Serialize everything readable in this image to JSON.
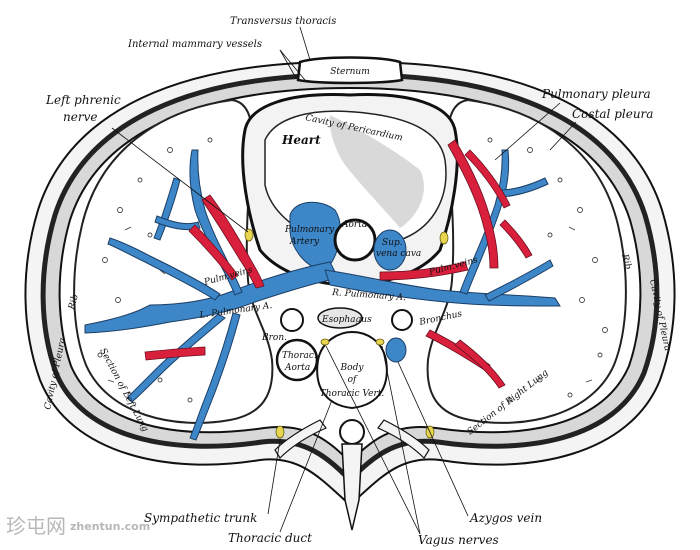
{
  "labels": {
    "transversus_thoracis": "Transversus thoracis",
    "internal_mammary": "Internal mammary vessels",
    "left_phrenic_1": "Left phrenic",
    "left_phrenic_2": "nerve",
    "pulmonary_pleura": "Pulmonary pleura",
    "costal_pleura": "Costal pleura",
    "sternum": "Sternum",
    "heart": "Heart",
    "cavity_pericardium": "Cavity of Pericardium",
    "aorta": "Aorta",
    "pulmonary_artery_1": "Pulmonary",
    "pulmonary_artery_2": "Artery",
    "superior_vena_cava_1": "Sup.",
    "superior_vena_cava_2": "vena cava",
    "pulm_veins_left": "Pulm.veins",
    "pulm_veins_right": "Pulm.veins",
    "l_pulmonary_a": "L. Pulmonary A.",
    "r_pulmonary_a": "R. Pulmonary A.",
    "esophagus": "Esophagus",
    "bronchus_left": "Bron.",
    "bronchus_right": "Bronchus",
    "thoracic_aorta_1": "Thorac.",
    "thoracic_aorta_2": "Aorta",
    "body_1": "Body",
    "body_2": "of",
    "body_3": "Thoracic Vert.",
    "section_left_lung": "Section of Left Lung",
    "section_right_lung": "Section of Right Lung",
    "rib_left": "Rib",
    "rib_right": "Rib",
    "cavity_pleura_left": "Cavity of Pleura",
    "cavity_pleura_right": "Cavity of Pleura",
    "sympathetic_trunk": "Sympathetic trunk",
    "thoracic_duct": "Thoracic duct",
    "azygos_vein": "Azygos vein",
    "vagus_nerves": "Vagus nerves"
  },
  "watermark": {
    "site_cn": "珍屯网",
    "url": "zhentun.com"
  },
  "colors": {
    "artery_blue": "#3d86c8",
    "vein_red": "#d8203c",
    "nerve_yellow": "#e8d650",
    "wall_dark": "#2a2a2a"
  }
}
